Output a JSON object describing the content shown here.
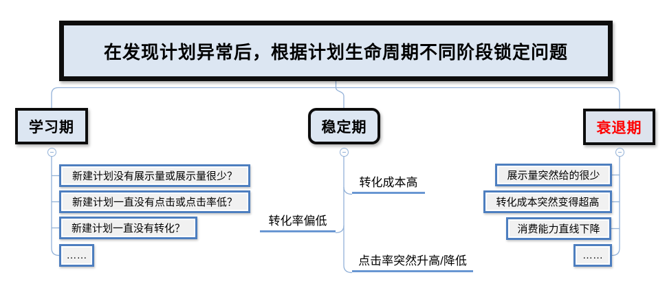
{
  "diagram": {
    "title": "在发现计划异常后，根据计划生命周期不同阶段锁定问题",
    "branches": [
      {
        "label": "学习期",
        "items": [
          "新建计划没有展示量或展示量很少？",
          "新建计划一直没有点击或点击率低？",
          "新建计划一直没有转化？",
          "……"
        ]
      },
      {
        "label": "稳定期",
        "items": [
          "转化成本高",
          "转化率偏低",
          "点击率突然升高/降低"
        ]
      },
      {
        "label": "衰退期",
        "items": [
          "展示量突然给的很少",
          "转化成本突然变得超高",
          "消费能力直线下降",
          "……"
        ]
      }
    ]
  },
  "colors": {
    "node_fill": "#dce6f2",
    "decline_node_fill": "#dde3ed",
    "item_fill": "#f1f1f1",
    "item_border": "#4d7ebf",
    "connector_line": "#92b1d8",
    "topic_underline": "#6896d2",
    "decline_text": "#fe0000",
    "text": "#000000"
  }
}
